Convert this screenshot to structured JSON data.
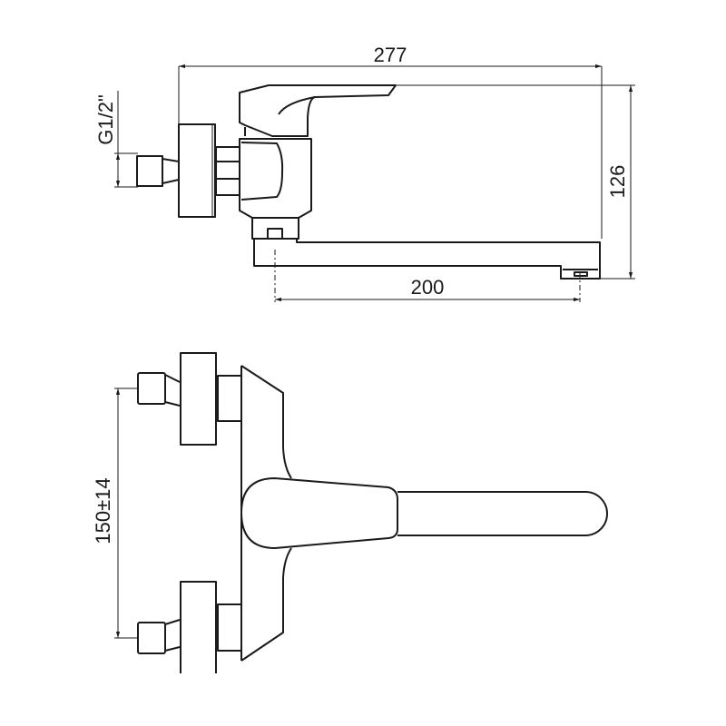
{
  "drawing": {
    "title": "Wall-mounted mixer tap dimensions",
    "side_view": {
      "overall_width": "277",
      "thread_size": "G1/2\"",
      "height": "126",
      "spout_reach": "200"
    },
    "front_view": {
      "inlet_spacing": "150±14"
    },
    "colors": {
      "line": "#1a1a1a",
      "background": "#ffffff"
    }
  }
}
